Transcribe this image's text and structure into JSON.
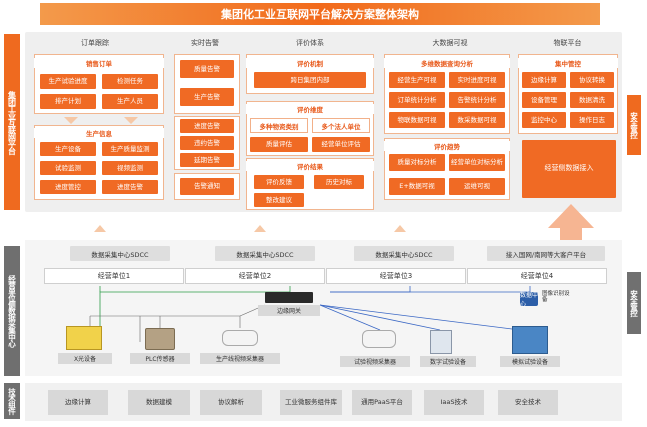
{
  "title": "集团化工业互联网平台解决方案整体架构",
  "left_top_label": "集团工业互联网平台",
  "left_mid_label": "经营单位侧数据采集中心",
  "left_bottom_label": "技术组件",
  "right_top_label": "安全管控",
  "right_mid_label": "安全管控",
  "columns": [
    "订单跟踪",
    "实时告警",
    "评价体系",
    "大数据可视",
    "物联平台"
  ],
  "order": {
    "sales_head": "销售订单",
    "sales_items": [
      "生产试验进度",
      "检测任务",
      "排产计划",
      "生产人员"
    ],
    "prod_head": "生产信息",
    "prod_items": [
      "生产设备",
      "生产质量监测",
      "试验监测",
      "视频监测",
      "进度管控",
      "进度告警"
    ]
  },
  "alarm": {
    "g1": [
      "质量告警",
      "生产告警"
    ],
    "g2": [
      "进度告警",
      "违约告警",
      "延期告警"
    ],
    "notify": "告警通知"
  },
  "eval": {
    "mech_head": "评价机制",
    "mech_item": "跨日集团内部",
    "dim_head": "评价维度",
    "dim_items": [
      "多种物资类别",
      "多个法人单位",
      "质量评估",
      "经营单位评估"
    ],
    "res_head": "评价结果",
    "res_items": [
      "评价反馈",
      "历史对标",
      "整改建议"
    ]
  },
  "bigdata": {
    "q_head": "多维数据查询分析",
    "q_items": [
      "经营生产可视",
      "实时进度可视",
      "订单统计分析",
      "告警统计分析",
      "物联数据可视",
      "数采数据可视"
    ],
    "t_head": "评价趋势",
    "t_items": [
      "质量对标分析",
      "经营单位对标分析",
      "E+数据可视",
      "运维可视"
    ]
  },
  "iot": {
    "head": "集中管控",
    "items": [
      "边缘计算",
      "协议转换",
      "设备管理",
      "数据清洗",
      "监控中心",
      "操作日志"
    ],
    "access": "经营侧数据接入"
  },
  "sdcc": [
    "数据采集中心SDCC",
    "数据采集中心SDCC",
    "数据采集中心SDCC",
    "接入国网/南网等大客户平台"
  ],
  "units": [
    "经营单位1",
    "经营单位2",
    "经营单位3",
    "经营单位4"
  ],
  "devices": {
    "gateway": "边缘网关",
    "dc": "数据中心",
    "xray": "X光设备",
    "plc": "PLC传感器",
    "camera": "生产线视频采集器",
    "test_cam": "试验视频采集器",
    "digital": "数字试验设备",
    "analog": "模拟试验设备",
    "image_rec": "图像识别设备"
  },
  "tech": [
    "边缘计算",
    "数据建模",
    "协议解析",
    "工业微服务组件库",
    "通用PaaS平台",
    "IaaS技术",
    "安全技术"
  ],
  "colors": {
    "accent": "#f06a24",
    "gray": "#6f6f6f"
  }
}
